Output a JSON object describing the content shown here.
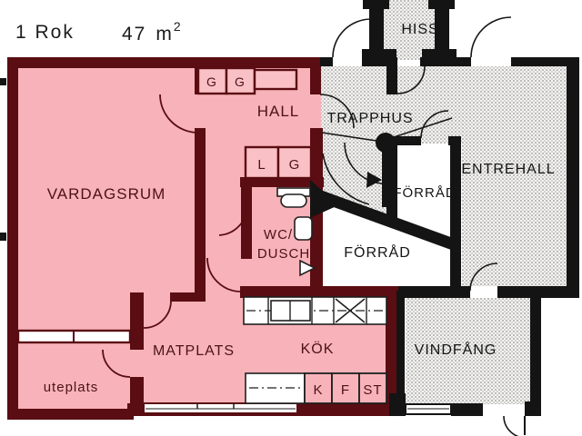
{
  "header": {
    "title": "1 Rok",
    "area_value": "47",
    "area_unit": "m",
    "area_exponent": "2"
  },
  "apartment": {
    "living_room": "VARDAGSRUM",
    "hall": "HALL",
    "wc_line1": "WC/",
    "wc_line2": "DUSCH",
    "dining": "MATPLATS",
    "kitchen": "KÖK",
    "patio": "uteplats",
    "closet_g1": "G",
    "closet_g2": "G",
    "closet_l": "L",
    "closet_g3": "G",
    "fridge": "K",
    "freezer": "F",
    "cleaning": "ST"
  },
  "common_areas": {
    "elevator": "HISS",
    "stairwell": "TRAPPHUS",
    "entrance_hall": "ENTREHALL",
    "storage_upper": "FÖRRÅD",
    "storage_lower": "FÖRRÅD",
    "vestibule": "VINDFÅNG"
  },
  "colors": {
    "apartment_wall": "#5a0d12",
    "apartment_floor": "#f7b3b9",
    "label_apartment": "#4d1216",
    "common_wall": "#141414",
    "stipple_dot": "#8d8d8d",
    "stipple_bg": "#f5f4f2"
  }
}
